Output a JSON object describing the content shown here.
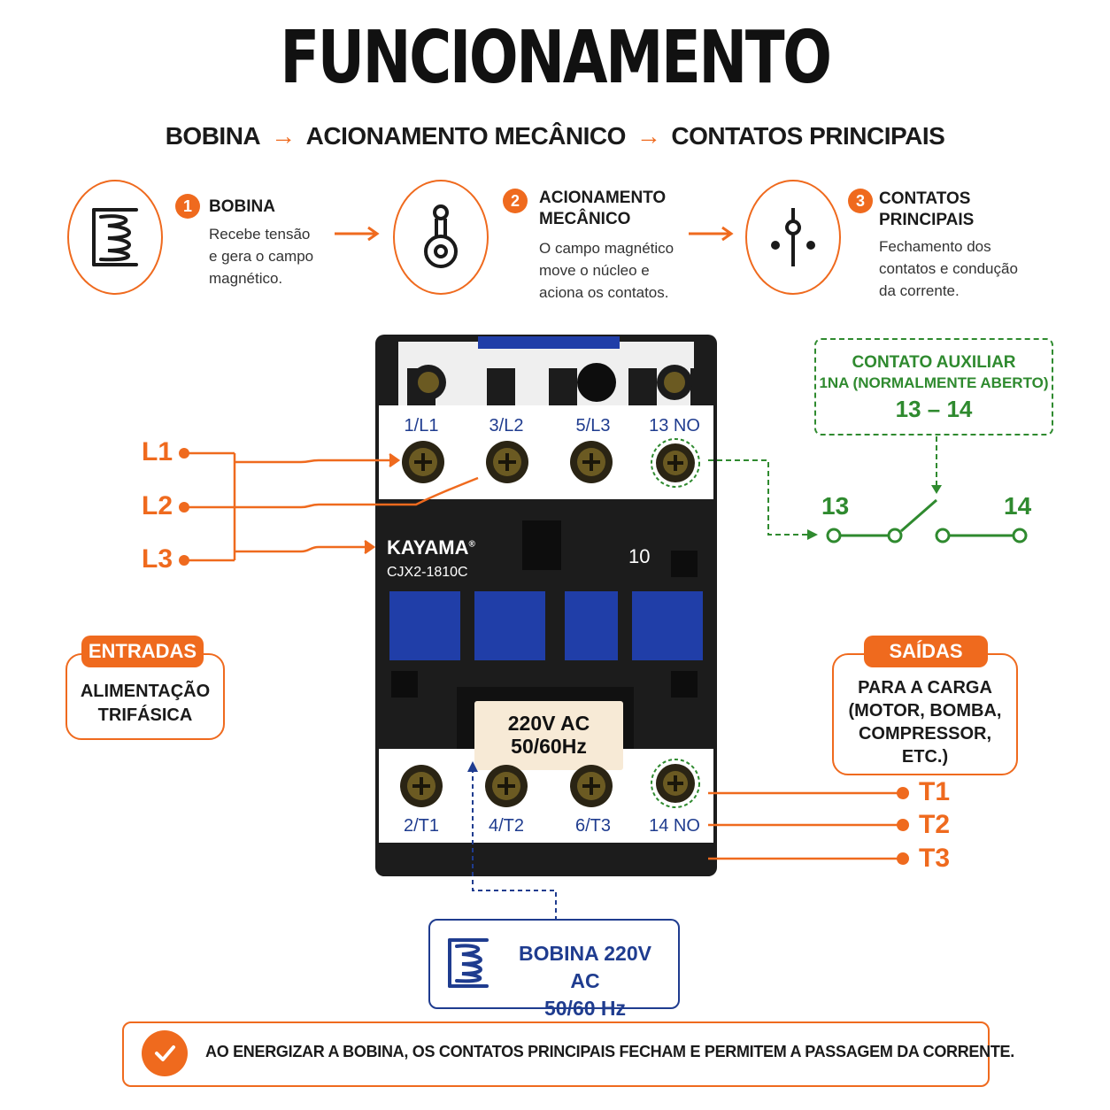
{
  "title": "FUNCIONAMENTO",
  "flow": {
    "step1": "BOBINA",
    "step2": "ACIONAMENTO MECÂNICO",
    "step3": "CONTATOS PRINCIPAIS",
    "arrow": "→"
  },
  "steps": [
    {
      "number": "1",
      "title_line1": "BOBINA",
      "title_line2": "",
      "desc": [
        "Recebe tensão",
        "e gera o campo",
        "magnético."
      ],
      "icon": "coil-icon"
    },
    {
      "number": "2",
      "title_line1": "ACIONAMENTO",
      "title_line2": "MECÂNICO",
      "desc": [
        "O campo magnético",
        "move o núcleo e",
        "aciona os contatos."
      ],
      "icon": "mechanism-icon"
    },
    {
      "number": "3",
      "title_line1": "CONTATOS",
      "title_line2": "PRINCIPAIS",
      "desc": [
        "Fechamento dos",
        "contatos e condução",
        "da corrente."
      ],
      "icon": "contact-icon"
    }
  ],
  "inputs": {
    "lines": [
      "L1",
      "L2",
      "L3"
    ],
    "badge": "ENTRADAS",
    "desc_line1": "ALIMENTAÇÃO",
    "desc_line2": "TRIFÁSICA"
  },
  "outputs": {
    "lines": [
      "T1",
      "T2",
      "T3"
    ],
    "badge": "SAÍDAS",
    "desc": [
      "PARA A CARGA",
      "(MOTOR, BOMBA,",
      "COMPRESSOR,",
      "ETC.)"
    ]
  },
  "contactor": {
    "brand": "KAYAMA",
    "brand_mark": "®",
    "model": "CJX2-1810C",
    "aux_code": "10",
    "top_terminals": [
      "1/L1",
      "3/L2",
      "5/L3",
      "13 NO"
    ],
    "bottom_terminals": [
      "2/T1",
      "4/T2",
      "6/T3",
      "14 NO"
    ],
    "coil_voltage": "220V AC",
    "coil_freq": "50/60Hz"
  },
  "aux_contact": {
    "title": "CONTATO AUXILIAR",
    "subtitle": "1NA (NORMALMENTE ABERTO)",
    "terminals": "13 – 14",
    "left": "13",
    "right": "14"
  },
  "coil_box": {
    "line1": "BOBINA 220V AC",
    "line2": "50/60 Hz"
  },
  "footer": {
    "text": "AO ENERGIZAR A BOBINA, OS CONTATOS PRINCIPAIS FECHAM E PERMITEM A PASSAGEM DA CORRENTE."
  },
  "colors": {
    "accent": "#ef6a1e",
    "green": "#2f8a2f",
    "navy": "#1f3c8f",
    "body": "#1c1c1c",
    "button_blue": "#203ea8"
  }
}
